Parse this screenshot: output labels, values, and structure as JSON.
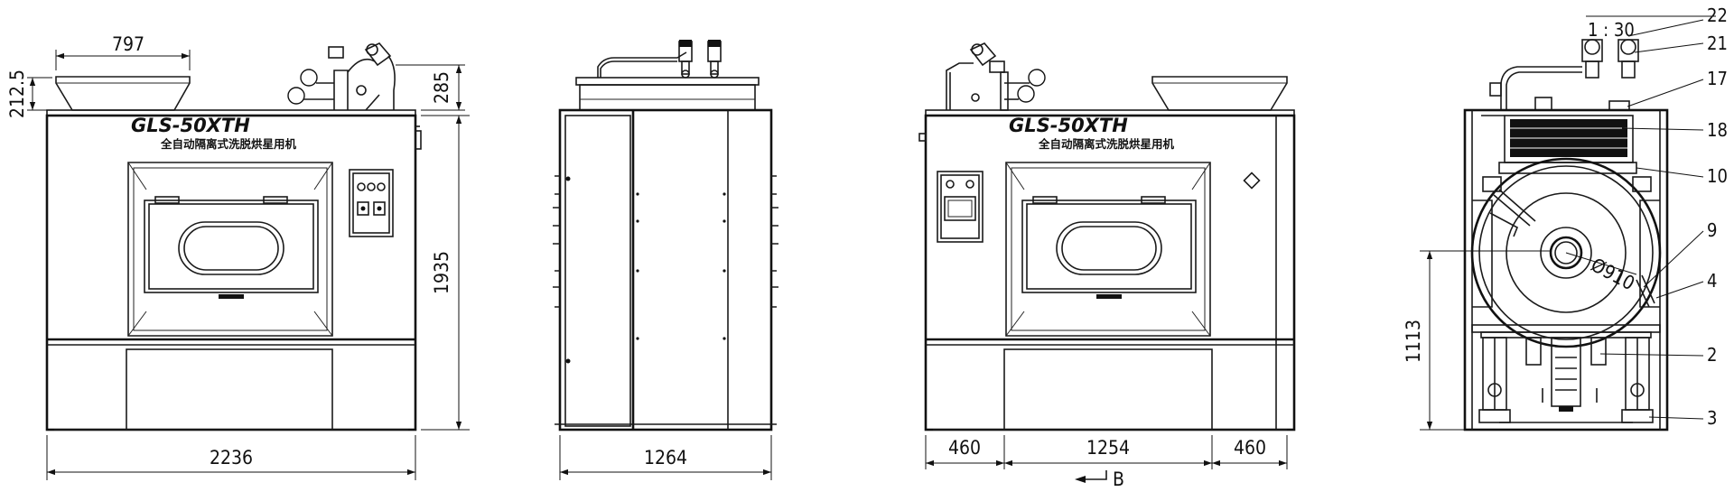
{
  "views": {
    "front": {
      "model": "GLS-50XTH",
      "subtitle": "全自动隔离式洗脱烘星用机",
      "dims": {
        "width": "2236",
        "height": "1935",
        "hopper_width": "797",
        "hopper_height": "212.5",
        "valve_height": "285"
      }
    },
    "side": {
      "dims": {
        "width": "1264"
      }
    },
    "rear": {
      "model": "GLS-50XTH",
      "subtitle": "全自动隔离式洗脱烘星用机",
      "dims": {
        "left": "460",
        "middle": "1254",
        "right": "460"
      },
      "section_mark": "B"
    },
    "section": {
      "scale": "1 : 30",
      "diameter": "Ø910",
      "dims": {
        "height": "1113"
      },
      "callouts": [
        "22",
        "21",
        "17",
        "18",
        "10",
        "9",
        "4",
        "2",
        "3"
      ]
    }
  }
}
